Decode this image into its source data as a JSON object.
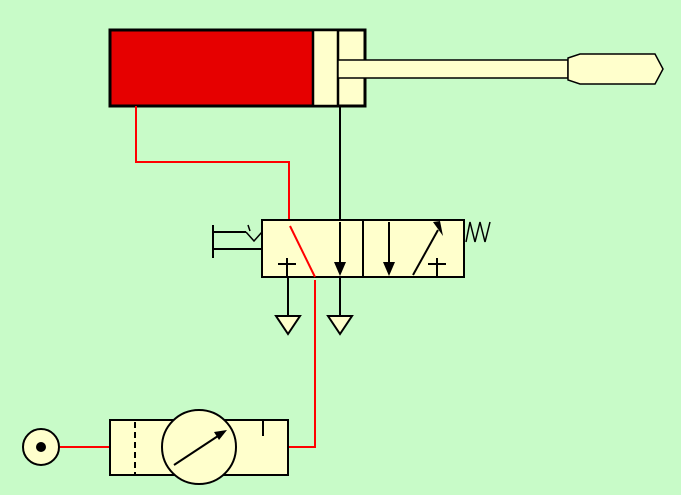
{
  "diagram": {
    "kind": "pneumatic-circuit",
    "components": [
      {
        "id": "cylinder",
        "type": "double-acting-cylinder",
        "pressurized_chamber": "left"
      },
      {
        "id": "valve",
        "type": "4-3-way-directional-valve",
        "actuation": "manual-lever",
        "return": "spring"
      },
      {
        "id": "frl",
        "type": "filter-regulator-with-gauge"
      },
      {
        "id": "supply",
        "type": "air-supply-source"
      }
    ],
    "lines": [
      {
        "id": "supply-line",
        "from": "supply",
        "to": "frl",
        "state": "pressurized"
      },
      {
        "id": "frl-to-valve",
        "from": "frl",
        "to": "valve",
        "state": "pressurized"
      },
      {
        "id": "valve-to-cap-end",
        "from": "valve",
        "to": "cylinder",
        "state": "pressurized"
      },
      {
        "id": "rod-end-to-valve",
        "from": "cylinder",
        "to": "valve",
        "state": "exhaust"
      }
    ]
  },
  "colors": {
    "background": "#c8fbc8",
    "component_fill": "#ffffcc",
    "pressurized": "#ff0000",
    "chamber_fill": "#e60000",
    "outline": "#000000"
  },
  "icons": [
    "exhaust-triangle-icon",
    "spring-icon",
    "pressure-gauge-icon",
    "air-source-icon",
    "flow-arrow-icon"
  ]
}
